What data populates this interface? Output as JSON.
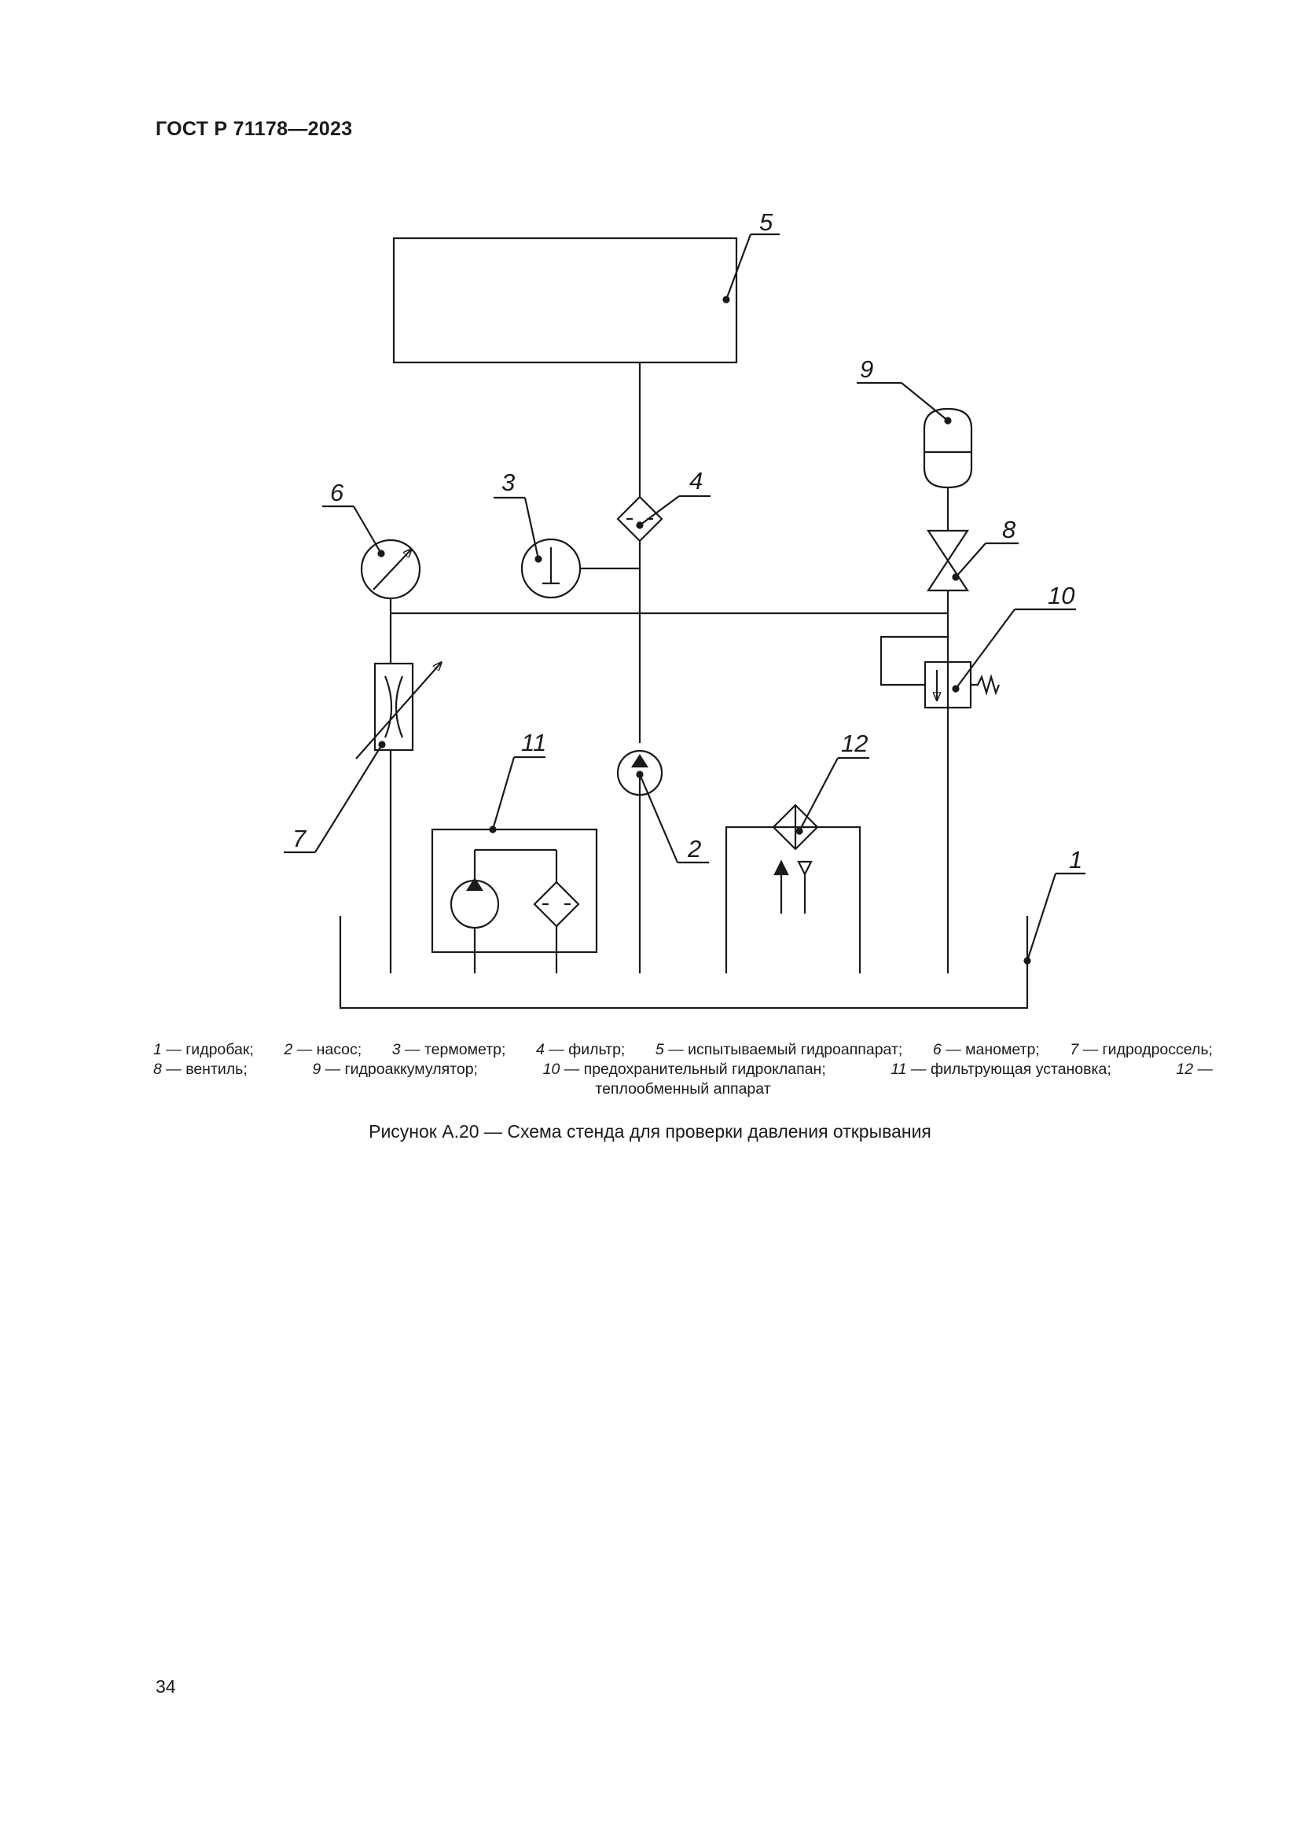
{
  "header": "ГОСТ Р 71178—2023",
  "figure": {
    "labels": {
      "l1": "1",
      "l2": "2",
      "l3": "3",
      "l4": "4",
      "l5": "5",
      "l6": "6",
      "l7": "7",
      "l8": "8",
      "l9": "9",
      "l10": "10",
      "l11": "11",
      "l12": "12"
    },
    "legend": {
      "line1": [
        {
          "num": "1",
          "text": "— гидробак;"
        },
        {
          "num": "2",
          "text": "— насос;"
        },
        {
          "num": "3",
          "text": "— термометр;"
        },
        {
          "num": "4",
          "text": "— фильтр;"
        },
        {
          "num": "5",
          "text": "— испытываемый гидроаппарат;"
        },
        {
          "num": "6",
          "text": "— манометр;"
        },
        {
          "num": "7",
          "text": "— гидродроссель;"
        }
      ],
      "line2": [
        {
          "num": "8",
          "text": "— вентиль;"
        },
        {
          "num": "9",
          "text": "— гидроаккумулятор;"
        },
        {
          "num": "10",
          "text": "— предохранительный гидроклапан;"
        },
        {
          "num": "11",
          "text": "— фильтрующая установка;"
        },
        {
          "num": "12",
          "text": "—"
        }
      ],
      "line3": "теплообменный аппарат"
    },
    "caption": "Рисунок А.20 — Схема стенда для проверки давления открывания"
  },
  "page_number": "34"
}
